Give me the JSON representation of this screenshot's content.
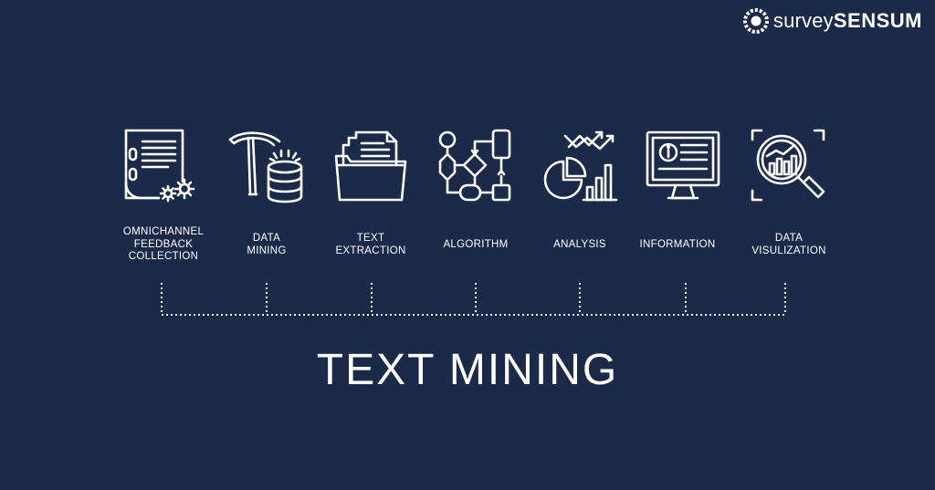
{
  "brand": {
    "name_light": "survey",
    "name_bold": "SENSUM"
  },
  "steps": [
    {
      "label": "OMNICHANNEL\nFEEDBACK\nCOLLECTION",
      "icon": "document-gears-icon"
    },
    {
      "label": "DATA\nMINING",
      "icon": "pickaxe-database-icon"
    },
    {
      "label": "TEXT\nEXTRACTION",
      "icon": "folder-document-icon"
    },
    {
      "label": "AlGORITHM",
      "icon": "flowchart-icon"
    },
    {
      "label": "ANALYSIS",
      "icon": "charts-icon"
    },
    {
      "label": "INFORMATION",
      "icon": "monitor-info-icon"
    },
    {
      "label": "DATA\nVISULIZATION",
      "icon": "magnifier-chart-icon"
    }
  ],
  "title": "TEXT MINING",
  "colors": {
    "background": "#1c2a4a",
    "foreground": "#ffffff"
  }
}
